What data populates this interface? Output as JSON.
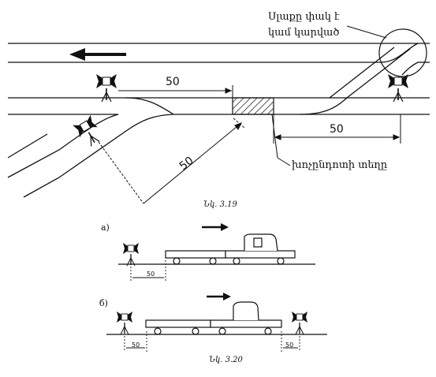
{
  "figure_3_19": {
    "note_line1": "Սլաքը փակ է",
    "note_line2": "կամ կարված",
    "dim_top": "50",
    "dim_right": "50",
    "dim_diag": "50",
    "obstacle_label": "խոչընդոտի տեղը",
    "caption": "Նկ. 3.19"
  },
  "figure_3_20": {
    "part_a": "a)",
    "part_b": "б)",
    "dim_a": "50",
    "dim_b_left": "50",
    "dim_b_right": "50",
    "caption": "Նկ. 3.20"
  },
  "colors": {
    "ink": "#111111",
    "paper": "#ffffff"
  },
  "icons": [
    "signal-flag-icon",
    "direction-arrow-icon",
    "hatched-obstacle-icon"
  ]
}
